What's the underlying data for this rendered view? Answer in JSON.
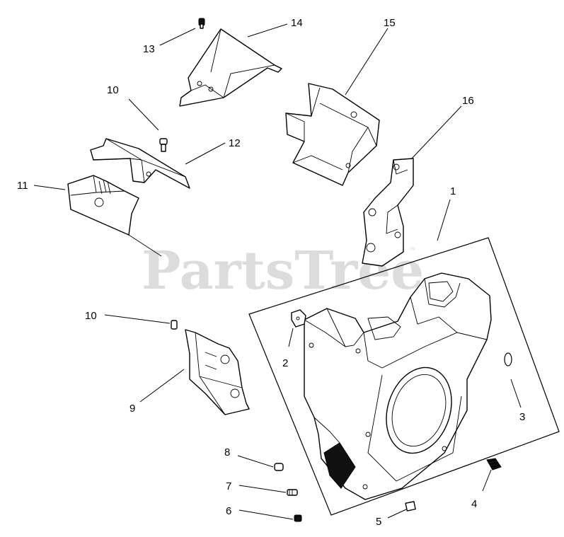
{
  "watermark": {
    "text": "PartsTree",
    "trademark": "™"
  },
  "callouts": [
    {
      "id": "1",
      "text": "1"
    },
    {
      "id": "2",
      "text": "2"
    },
    {
      "id": "3",
      "text": "3"
    },
    {
      "id": "4",
      "text": "4"
    },
    {
      "id": "5",
      "text": "5"
    },
    {
      "id": "6",
      "text": "6"
    },
    {
      "id": "7",
      "text": "7"
    },
    {
      "id": "8",
      "text": "8"
    },
    {
      "id": "9",
      "text": "9"
    },
    {
      "id": "10a",
      "text": "10"
    },
    {
      "id": "10b",
      "text": "10"
    },
    {
      "id": "11",
      "text": "11"
    },
    {
      "id": "12",
      "text": "12"
    },
    {
      "id": "13",
      "text": "13"
    },
    {
      "id": "14",
      "text": "14"
    },
    {
      "id": "15",
      "text": "15"
    },
    {
      "id": "16",
      "text": "16"
    }
  ]
}
